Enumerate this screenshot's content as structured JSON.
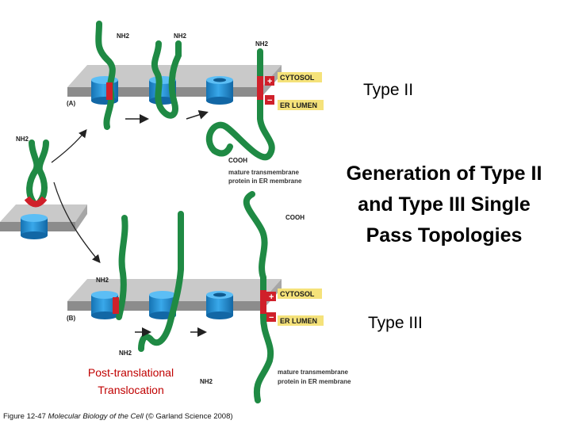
{
  "slide": {
    "type_ii": "Type II",
    "title": "Generation of Type II and Type III Single Pass Topologies",
    "type_iii": "Type III",
    "post_translational": "Post-translational Translocation",
    "caption_prefix": "Figure 12-47",
    "caption_book": "Molecular Biology of the Cell",
    "caption_suffix": "(© Garland Science 2008)"
  },
  "diagram": {
    "panel_a": "(A)",
    "panel_b": "(B)",
    "cytosol": "CYTOSOL",
    "er_lumen": "ER LUMEN",
    "nh2": "NH2",
    "cooh": "COOH",
    "plus": "+",
    "minus": "−",
    "mature_line1": "mature transmembrane",
    "mature_line2": "protein in ER membrane"
  },
  "colors": {
    "protein": "#1f8a44",
    "translocon": "#1e90d6",
    "signal_anchor": "#d0202a",
    "membrane": "#9a9a9a",
    "label_box": "#f5e27a"
  }
}
